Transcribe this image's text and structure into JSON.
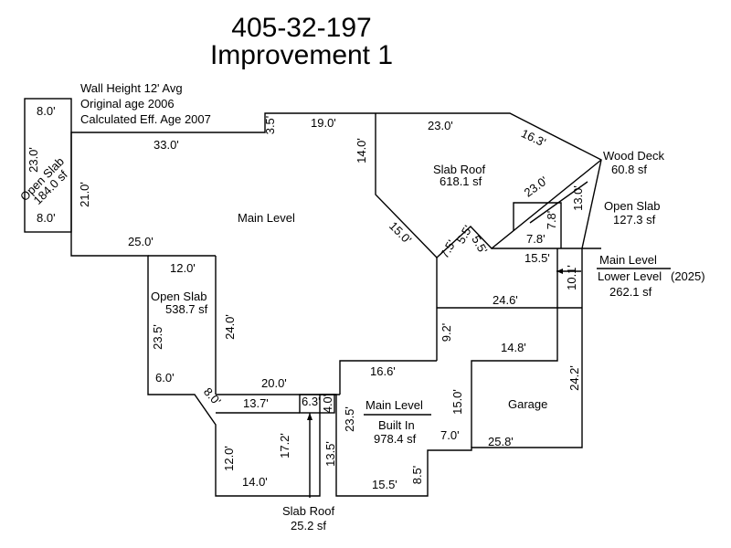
{
  "title": {
    "parcel": "405-32-197",
    "improvement": "Improvement 1"
  },
  "notes": {
    "wall_height": "Wall Height 12' Avg",
    "original_age": "Original age 2006",
    "eff_age": "Calculated Eff. Age 2007"
  },
  "areas": {
    "main_level": "Main Level",
    "slab_roof_top": {
      "name": "Slab Roof",
      "area": "618.1 sf"
    },
    "open_slab_left": {
      "name": "Open Slab",
      "area": "184.0 sf"
    },
    "open_slab_mid": {
      "name": "Open Slab",
      "area": "538.7 sf"
    },
    "wood_deck": {
      "name": "Wood Deck",
      "area": "60.8 sf"
    },
    "open_slab_right": {
      "name": "Open Slab",
      "area": "127.3 sf"
    },
    "main_lower": {
      "upper": "Main Level",
      "lower": "Lower Level",
      "year": "(2025)",
      "area": "262.1 sf"
    },
    "built_in": {
      "upper": "Main Level",
      "lower": "Built In",
      "area": "978.4 sf"
    },
    "garage": "Garage",
    "slab_roof_bottom": {
      "name": "Slab Roof",
      "area": "25.2 sf"
    }
  },
  "dimensions": {
    "d8_top": "8.0'",
    "d23": "23.0'",
    "d8_bot": "8.0'",
    "d33": "33.0'",
    "d21": "21.0'",
    "d3_5": "3.5'",
    "d19": "19.0'",
    "d23_top": "23.0'",
    "d16_3": "16.3'",
    "d14": "14.0'",
    "d13": "13.0'",
    "d23_deck": "23.0'",
    "d7_8v": "7.8'",
    "d7_8h": "7.8'",
    "d15_5r": "15.5'",
    "d15_diag": "15.0'",
    "d7_5": "7.5'",
    "d5a": "5.5'",
    "d5b": "5.5'",
    "d25": "25.0'",
    "d12": "12.0'",
    "d10_1": "10.1'",
    "d24_6": "24.6'",
    "d23_5l": "23.5'",
    "d24": "24.0'",
    "d9_2": "9.2'",
    "d14_8": "14.8'",
    "d6": "6.0'",
    "d20": "20.0'",
    "d16_6": "16.6'",
    "d15v": "15.0'",
    "d24_2": "24.2'",
    "d8diag": "8.0'",
    "d13_7": "13.7'",
    "d6_3": "6.3'",
    "d4": "4.0'",
    "d23_5m": "23.5'",
    "d7": "7.0'",
    "d25_8": "25.8'",
    "d17_2": "17.2'",
    "d12v": "12.0'",
    "d13_5": "13.5'",
    "d14b": "14.0'",
    "d15_5b": "15.5'",
    "d8_5": "8.5'"
  }
}
